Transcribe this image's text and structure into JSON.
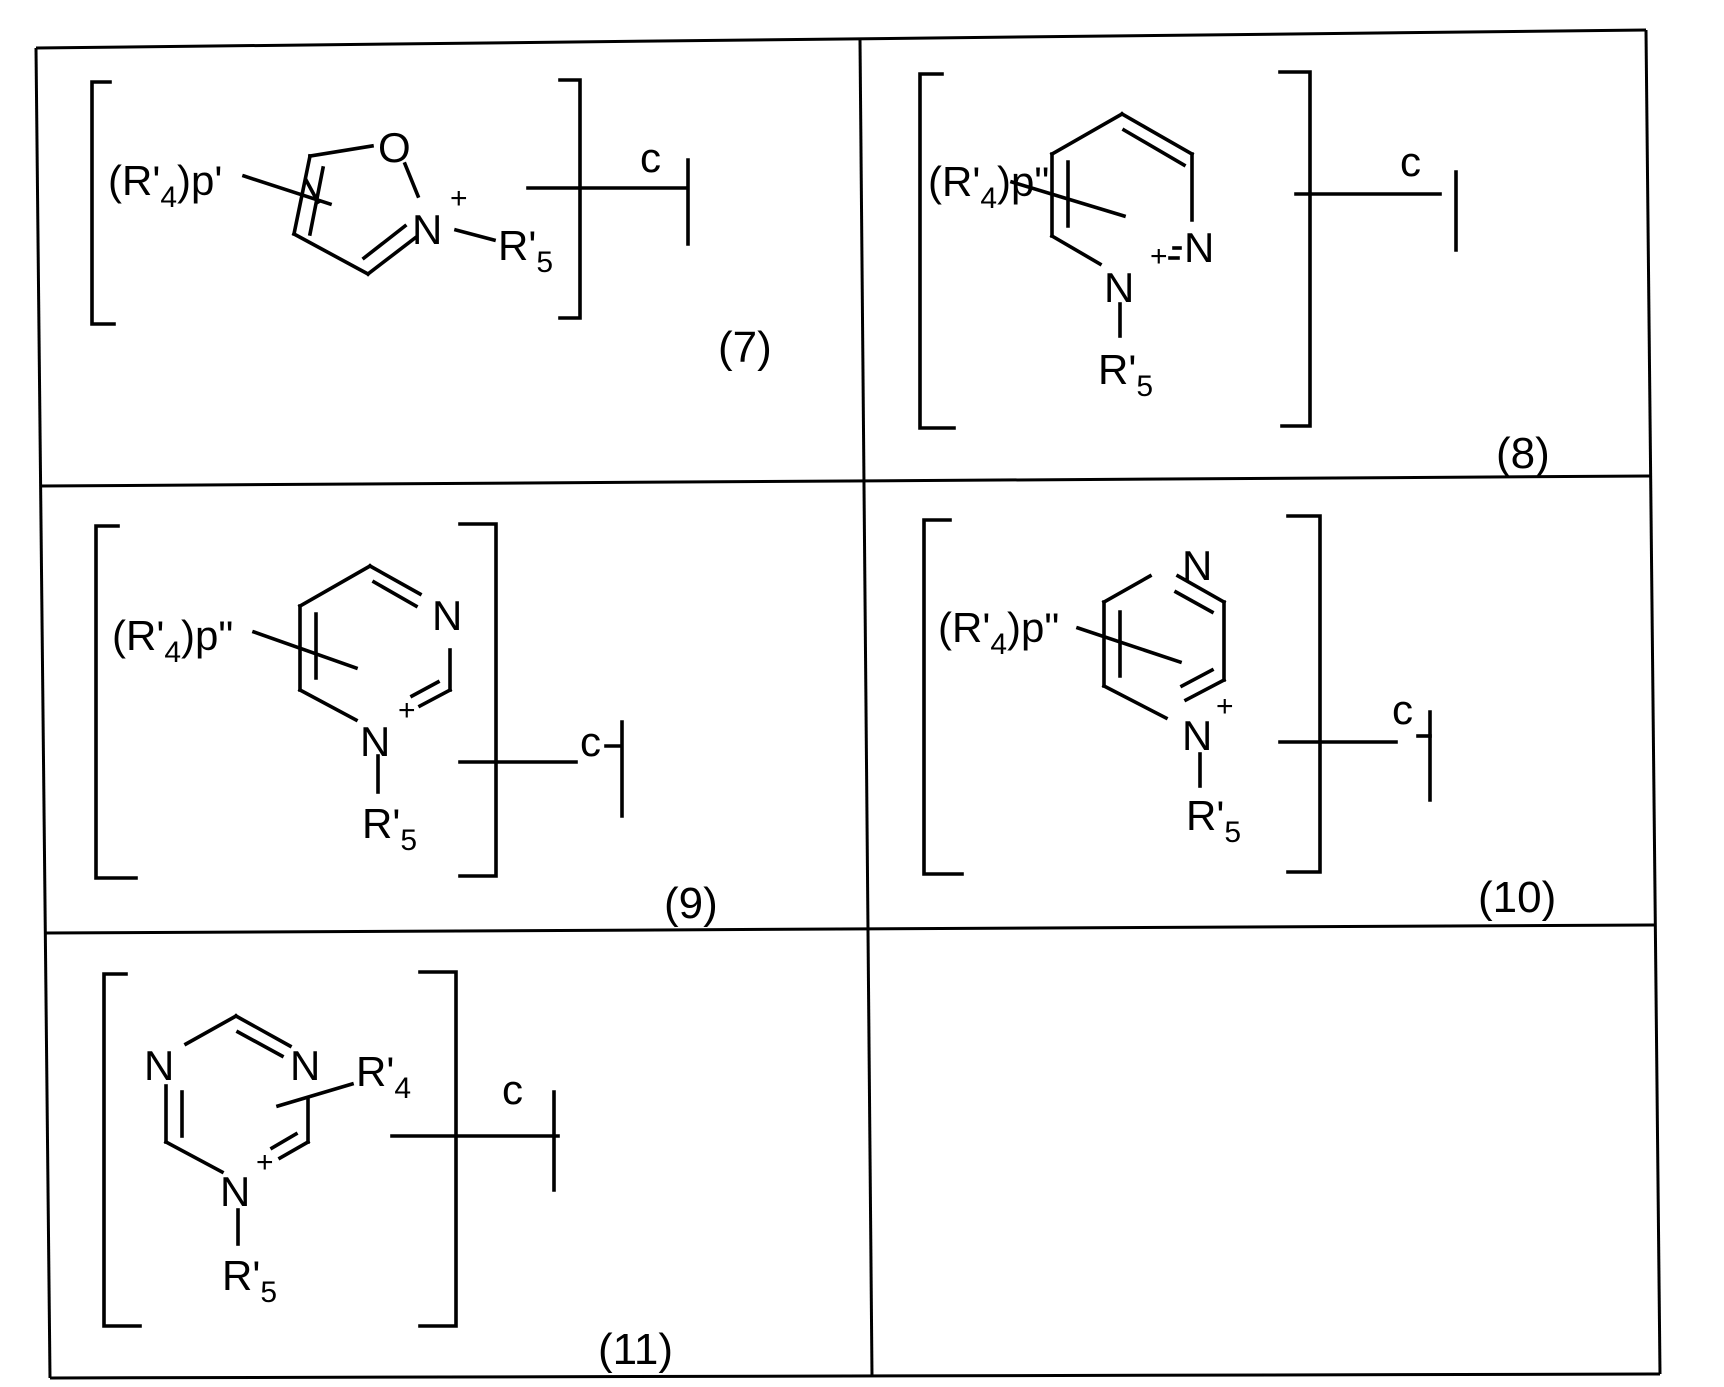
{
  "labels": {
    "r4_p1": "(R'",
    "r4_sub": "4",
    "r4_p1_tail": ")p'",
    "r4_p2_tail": ")p\"",
    "r5": "R'",
    "r5_sub": "5",
    "r4": "R'",
    "N": "N",
    "O": "O",
    "plus": "+",
    "c": "c"
  },
  "compounds": [
    "(7)",
    "(8)",
    "(9)",
    "(10)",
    "(11)"
  ]
}
